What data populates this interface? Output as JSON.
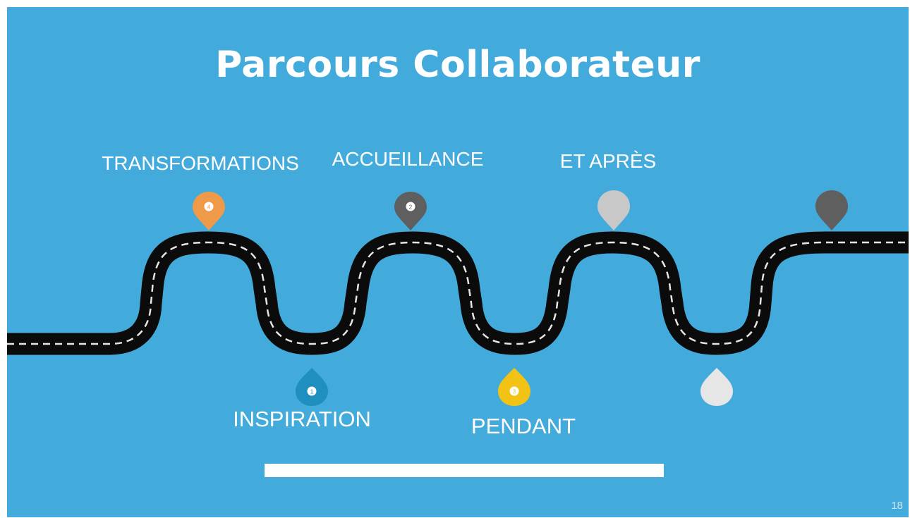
{
  "title": "Parcours Collaborateur",
  "stages_top": [
    {
      "label": "TRANSFORMATIONS",
      "marker_number": "4",
      "color": "#ee9a48"
    },
    {
      "label": "ACCUEILLANCE",
      "marker_number": "2",
      "color": "#5f5f5f"
    },
    {
      "label": "ET APRÈS",
      "marker_number": "",
      "color": "#c8c8c8"
    },
    {
      "label": "",
      "marker_number": "",
      "color": "#5f5f5f"
    }
  ],
  "stages_bottom": [
    {
      "label": "INSPIRATION",
      "marker_number": "1",
      "color": "#1f8fc0"
    },
    {
      "label": "PENDANT",
      "marker_number": "3",
      "color": "#f2c315"
    },
    {
      "label": "",
      "marker_number": "",
      "color": "#e6e6e6"
    }
  ],
  "page_number": "18",
  "colors": {
    "background": "#43abdb",
    "road": "#0b0b0b",
    "road_dash": "#e6e6e6",
    "bar": "#ffffff"
  }
}
